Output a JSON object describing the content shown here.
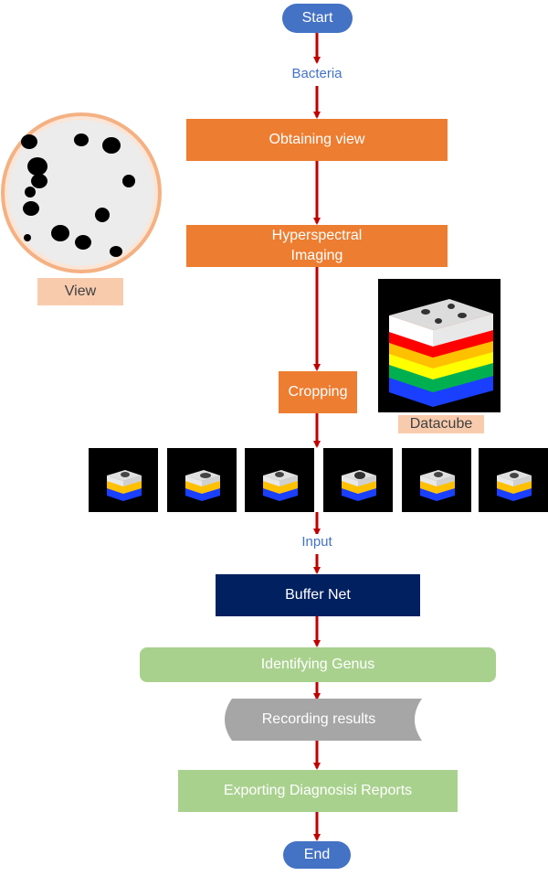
{
  "nodes": {
    "start": "Start",
    "bacteria": "Bacteria",
    "obtaining_view": "Obtaining view",
    "hyperspectral_imaging": "Hyperspectral Imaging",
    "cropping": "Cropping",
    "input": "Input",
    "buffer_net": "Buffer Net",
    "identifying_genus": "Identifying Genus",
    "recording_results": "Recording results",
    "exporting_reports": "Exporting Diagnosisi Reports",
    "end": "End"
  },
  "captions": {
    "view": "View",
    "datacube": "Datacube"
  },
  "colors": {
    "terminal": "#4472c4",
    "process_orange": "#ed7d31",
    "network_navy": "#002060",
    "output_green": "#a9d18e",
    "recording_gray": "#a6a6a6",
    "arrow": "#c00000",
    "caption_fill": "#f8cbad"
  },
  "icons": {
    "petri_dish": "bacteria-colony-view-icon",
    "datacube": "hyperspectral-datacube-icon",
    "cropped_cubes": "cropped-datacube-icon"
  }
}
